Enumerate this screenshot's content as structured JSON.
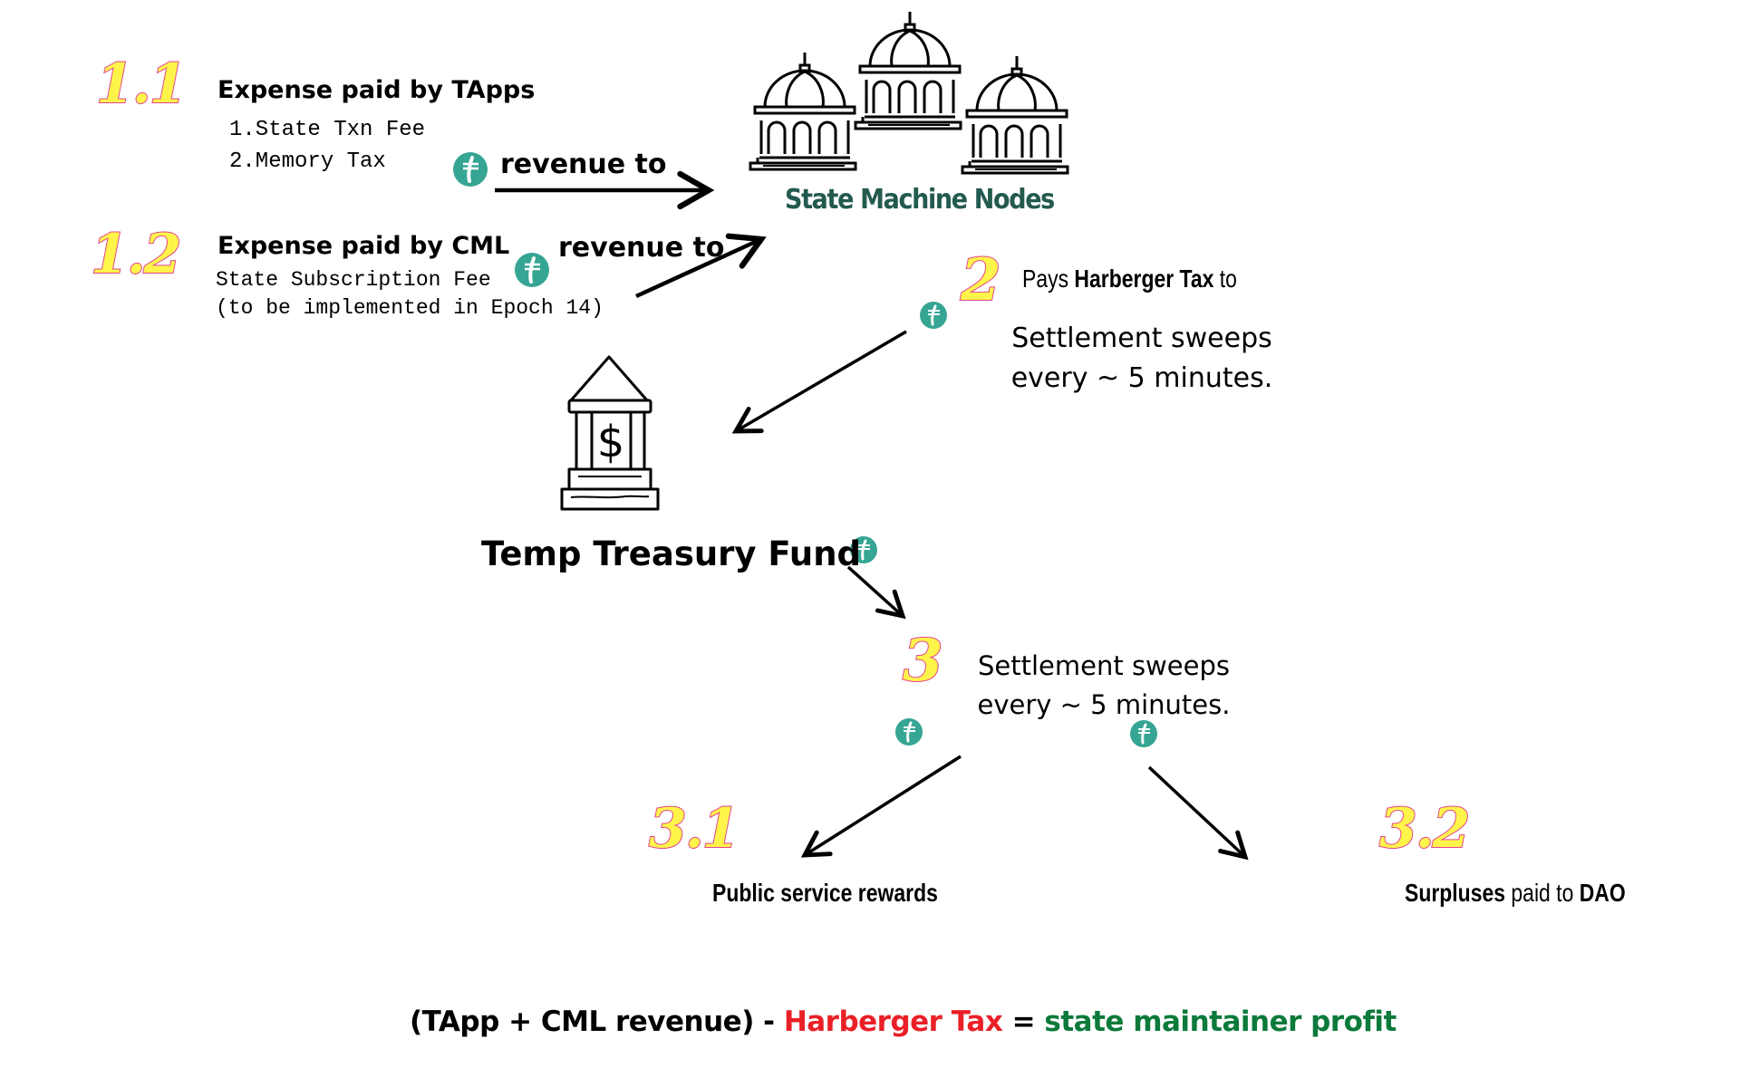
{
  "steps": {
    "s1_1": {
      "number": "1.1",
      "heading": "Expense  paid by TApps",
      "items": [
        "1.State Txn Fee",
        "2.Memory Tax"
      ],
      "flow_label": "revenue to"
    },
    "s1_2": {
      "number": "1.2",
      "heading": "Expense  paid by CML",
      "line1": "State Subscription Fee",
      "line2": "(to be implemented in Epoch 14)",
      "flow_label": "revenue to"
    },
    "s2": {
      "number": "2",
      "prefix": "Pays ",
      "bold": "Harberger Tax",
      "suffix": " to",
      "note_line1": "Settlement sweeps",
      "note_line2": "every ~ 5 minutes."
    },
    "s3": {
      "number": "3",
      "note_line1": "Settlement sweeps",
      "note_line2": "every ~ 5 minutes."
    },
    "s3_1": {
      "number": "3.1",
      "label": "Public service rewards"
    },
    "s3_2": {
      "number": "3.2",
      "label_bold1": "Surpluses",
      "label_mid": " paid to ",
      "label_bold2": "DAO"
    }
  },
  "nodes": {
    "state_machine": {
      "label": "State Machine Nodes",
      "icon": "capitol-dome-icon"
    },
    "treasury": {
      "label": "Temp Treasury Fund",
      "icon": "bank-dollar-icon"
    }
  },
  "formula": {
    "part1": "(TApp + CML revenue) - ",
    "part2": "Harberger Tax",
    "part3": " = ",
    "part4": "state maintainer profit"
  },
  "colors": {
    "coin": "#36a594",
    "node_label": "#235a4f",
    "step_fill": "#fff54a",
    "step_outline": "#e4448f",
    "negative": "#ea2027",
    "positive": "#0b7a3a"
  },
  "token_icon": "tea-token-icon"
}
